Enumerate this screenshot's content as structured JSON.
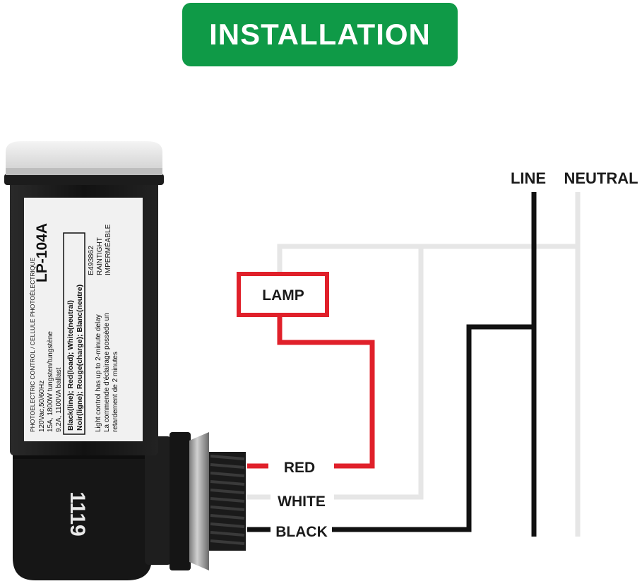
{
  "banner": {
    "title": "INSTALLATION",
    "color": "#0f9a47"
  },
  "wire_labels": {
    "line": "LINE",
    "neutral": "NEUTRAL",
    "lamp": "LAMP",
    "red": "RED",
    "white": "WHITE",
    "black": "BLACK"
  },
  "device": {
    "model": "LP-104A",
    "header": "PHOTOELECTRIC CONTROL / CELLULE PHOTOÉLECTRIQUE",
    "specs": [
      "120Vac,50/60Hz",
      "15A, 1800W tungsten/tungstène",
      "9.2A, 1100VA ballast"
    ],
    "wiring_en": "Black(line);  Red(load);  White(neutral)",
    "wiring_fr": "Noir(ligne);  Rouge(charge);  Blanc(neutre)",
    "delay_en": "Light control has up to 2-minute delay",
    "delay_fr_1": "La commende d'éclairage possède un",
    "delay_fr_2": "retardement de 2 minutes",
    "cert": "E493862",
    "rain_en": "RAINTIGHT",
    "rain_fr": "IMPERMÉABLE",
    "base_number": "1119"
  },
  "colors": {
    "red_wire": "#e0202a",
    "white_wire": "#e6e6e6",
    "black_wire": "#111111",
    "label_text": "#1a1a1a"
  }
}
